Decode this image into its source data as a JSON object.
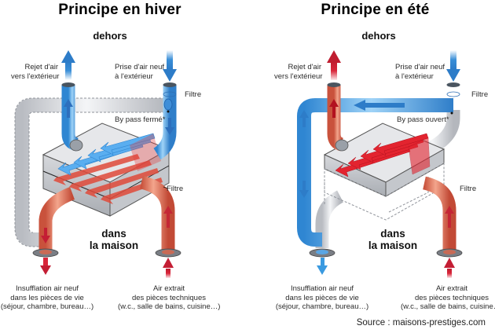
{
  "winter": {
    "title": "Principe en hiver",
    "outside_label": "dehors",
    "exhaust_label": [
      "Rejet d'air",
      "vers l'extérieur"
    ],
    "intake_label": [
      "Prise d'air neuf",
      "à l'extérieur"
    ],
    "filter_top_label": "Filtre",
    "bypass_label": "By pass fermé*",
    "filter_bottom_label": "Filtre",
    "inside_label": [
      "dans",
      "la maison"
    ],
    "supply_label": [
      "Insufflation air neuf",
      "dans les pièces de vie",
      "(séjour, chambre, bureau…)"
    ],
    "extract_label": [
      "Air extrait",
      "des pièces techniques",
      "(w.c., salle de bains, cuisine…)"
    ],
    "bypass_state": "closed"
  },
  "summer": {
    "title": "Principe en été",
    "outside_label": "dehors",
    "exhaust_label": [
      "Rejet d'air",
      "vers l'extérieur"
    ],
    "intake_label": [
      "Prise d'air neuf",
      "à l'extérieur"
    ],
    "filter_top_label": "Filtre",
    "bypass_label": "By pass ouvert*",
    "filter_bottom_label": "Filtre",
    "inside_label": [
      "dans",
      "la maison"
    ],
    "supply_label": [
      "Insufflation air neuf",
      "dans les pièces de vie",
      "(séjour, chambre, bureau…)"
    ],
    "extract_label": [
      "Air extrait",
      "des pièces techniques",
      "(w.c., salle de bains, cuisine…)"
    ],
    "bypass_state": "open"
  },
  "source": "Source : maisons-prestiges.com",
  "colors": {
    "cold_air": "#3a8fd8",
    "warm_air": "#d9263a",
    "warm_pipe": "#e0735a",
    "cold_pipe": "#6cb4ea",
    "inactive_pipe": "#d4d7dc"
  }
}
